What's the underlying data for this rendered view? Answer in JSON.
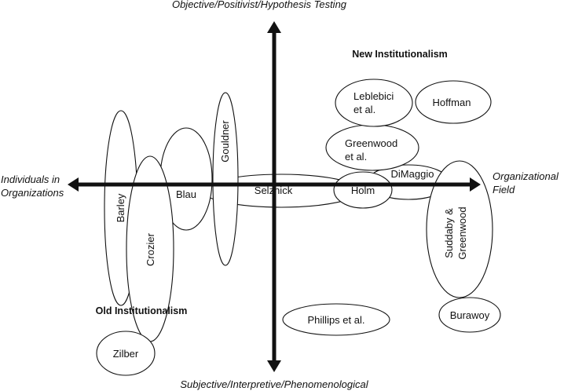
{
  "axes": {
    "top": "Objective/Positivist/Hypothesis Testing",
    "bottom": "Subjective/Interpretive/Phenomenological",
    "left": [
      "Individuals in",
      "Organizations"
    ],
    "right": [
      "Organizational",
      "Field"
    ]
  },
  "groups": {
    "new": "New Institutionalism",
    "old": "Old Institutionalism"
  },
  "nodes": {
    "barley": [
      "Barley"
    ],
    "crozier": [
      "Crozier"
    ],
    "blau": [
      "Blau"
    ],
    "gouldner": [
      "Gouldner"
    ],
    "selznick": [
      "Selznick"
    ],
    "holm": [
      "Holm"
    ],
    "dimaggio": [
      "DiMaggio"
    ],
    "suddaby": [
      "Suddaby &",
      "Greenwood"
    ],
    "leblebici": [
      "Leblebici",
      "et al."
    ],
    "hoffman": [
      "Hoffman"
    ],
    "greenwood": [
      "Greenwood",
      "et al."
    ],
    "phillips": [
      "Phillips et al."
    ],
    "burawoy": [
      "Burawoy"
    ],
    "zilber": [
      "Zilber"
    ]
  },
  "colors": {
    "ink": "#111111",
    "background": "#ffffff"
  }
}
